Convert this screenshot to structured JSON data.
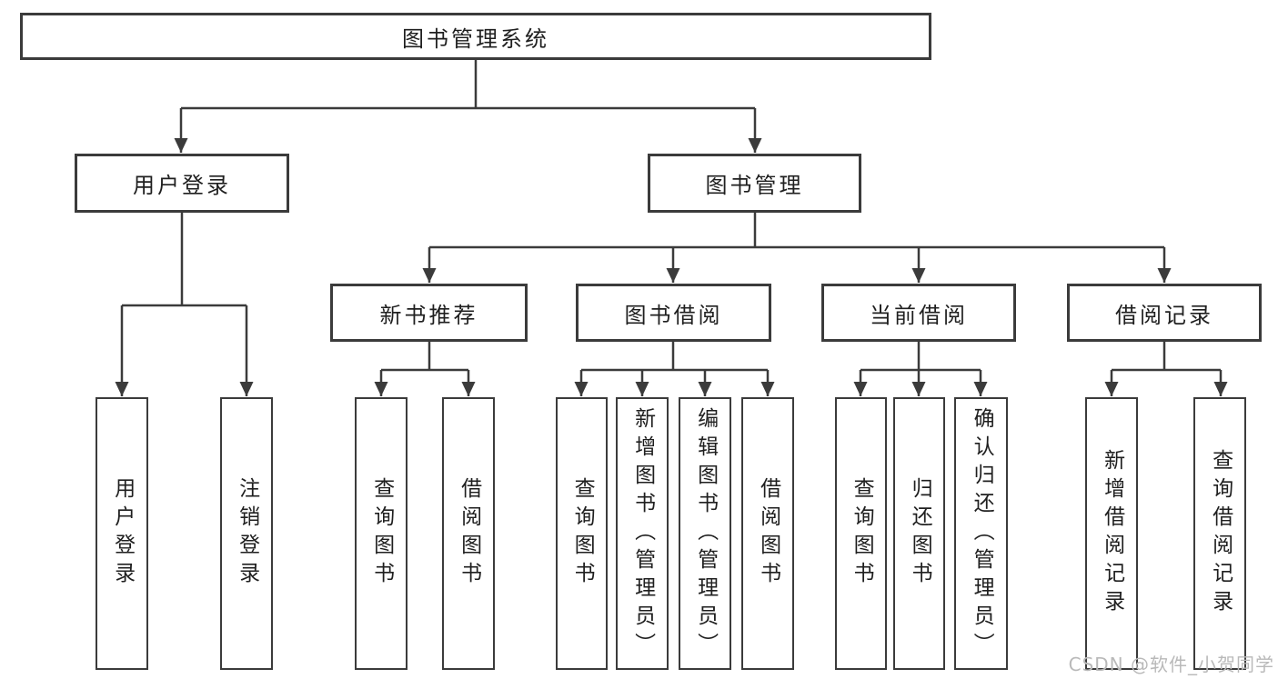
{
  "diagram": {
    "root": {
      "label": "图书管理系统"
    },
    "branches": [
      {
        "label": "用户登录",
        "children": [
          {
            "label": "用户登录"
          },
          {
            "label": "注销登录"
          }
        ]
      },
      {
        "label": "图书管理",
        "sections": [
          {
            "label": "新书推荐",
            "children": [
              {
                "label": "查询图书"
              },
              {
                "label": "借阅图书"
              }
            ]
          },
          {
            "label": "图书借阅",
            "children": [
              {
                "label": "查询图书"
              },
              {
                "label": "新增图书（管理员）"
              },
              {
                "label": "编辑图书（管理员）"
              },
              {
                "label": "借阅图书"
              }
            ]
          },
          {
            "label": "当前借阅",
            "children": [
              {
                "label": "查询图书"
              },
              {
                "label": "归还图书"
              },
              {
                "label": "确认归还（管理员）"
              }
            ]
          },
          {
            "label": "借阅记录",
            "children": [
              {
                "label": "新增借阅记录"
              },
              {
                "label": "查询借阅记录"
              }
            ]
          }
        ]
      }
    ]
  },
  "watermark": {
    "text": "CSDN @软件_小贺同学"
  },
  "colors": {
    "line": "#3b3b3b",
    "box_border": "#3b3b3b",
    "text": "#1f1f1f",
    "watermark": "#b9b9b9",
    "background": "#ffffff"
  }
}
